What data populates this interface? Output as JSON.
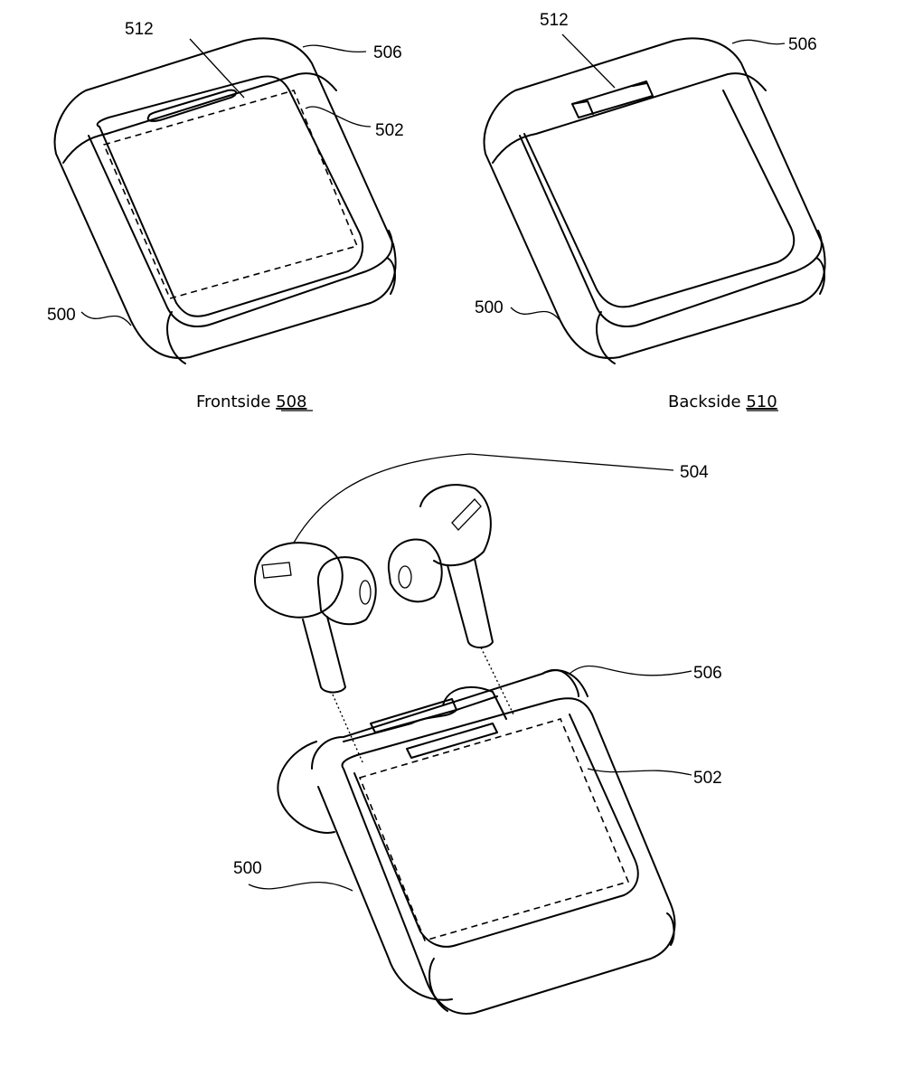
{
  "figure": {
    "frontside": {
      "caption": "Frontside",
      "caption_ref": "508",
      "labels": {
        "case": "500",
        "display": "502",
        "lid": "506",
        "hinge": "512"
      }
    },
    "backside": {
      "caption": "Backside",
      "caption_ref": "510",
      "labels": {
        "case": "500",
        "lid": "506",
        "hinge": "512"
      }
    },
    "assembly": {
      "labels": {
        "earbuds": "504",
        "lid": "506",
        "display": "502",
        "case": "500"
      }
    }
  }
}
